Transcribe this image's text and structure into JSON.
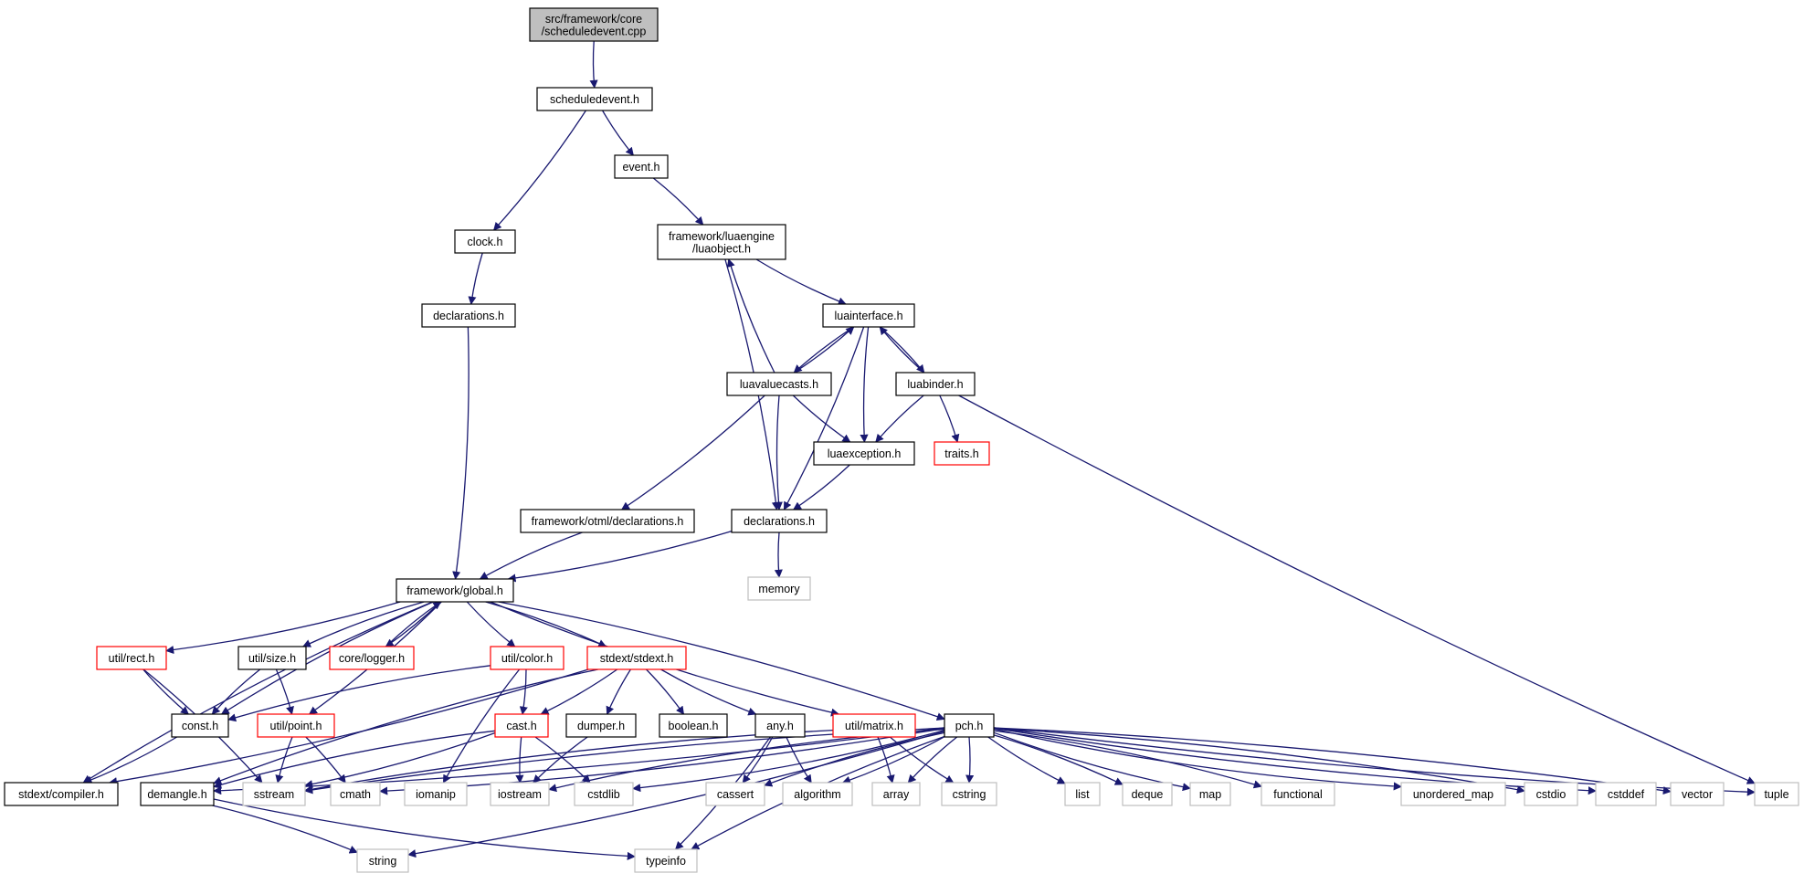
{
  "colors": {
    "edge": "#191970",
    "node_border": "#000000",
    "node_border_truncated": "#ff0000",
    "node_border_external": "#bfbfbf",
    "node_fill": "#ffffff",
    "root_fill": "#bfbfbf",
    "text": "#000000"
  },
  "nodes": [
    {
      "id": "root",
      "label": [
        "src/framework/core",
        "/scheduledevent.cpp"
      ],
      "kind": "root"
    },
    {
      "id": "scheduledevent_h",
      "label": [
        "scheduledevent.h"
      ],
      "kind": "normal"
    },
    {
      "id": "event_h",
      "label": [
        "event.h"
      ],
      "kind": "normal"
    },
    {
      "id": "clock_h",
      "label": [
        "clock.h"
      ],
      "kind": "normal"
    },
    {
      "id": "luaobject_h",
      "label": [
        "framework/luaengine",
        "/luaobject.h"
      ],
      "kind": "normal"
    },
    {
      "id": "declarations_core",
      "label": [
        "declarations.h"
      ],
      "kind": "normal"
    },
    {
      "id": "luainterface_h",
      "label": [
        "luainterface.h"
      ],
      "kind": "normal"
    },
    {
      "id": "luavaluecasts_h",
      "label": [
        "luavaluecasts.h"
      ],
      "kind": "normal"
    },
    {
      "id": "luabinder_h",
      "label": [
        "luabinder.h"
      ],
      "kind": "normal"
    },
    {
      "id": "luaexception_h",
      "label": [
        "luaexception.h"
      ],
      "kind": "normal"
    },
    {
      "id": "traits_h",
      "label": [
        "traits.h"
      ],
      "kind": "truncated"
    },
    {
      "id": "otml_declarations",
      "label": [
        "framework/otml/declarations.h"
      ],
      "kind": "normal"
    },
    {
      "id": "declarations_lua",
      "label": [
        "declarations.h"
      ],
      "kind": "normal"
    },
    {
      "id": "memory",
      "label": [
        "memory"
      ],
      "kind": "external"
    },
    {
      "id": "global_h",
      "label": [
        "framework/global.h"
      ],
      "kind": "normal"
    },
    {
      "id": "rect_h",
      "label": [
        "util/rect.h"
      ],
      "kind": "truncated"
    },
    {
      "id": "size_h",
      "label": [
        "util/size.h"
      ],
      "kind": "normal"
    },
    {
      "id": "logger_h",
      "label": [
        "core/logger.h"
      ],
      "kind": "truncated"
    },
    {
      "id": "color_h",
      "label": [
        "util/color.h"
      ],
      "kind": "truncated"
    },
    {
      "id": "stdext_h",
      "label": [
        "stdext/stdext.h"
      ],
      "kind": "truncated"
    },
    {
      "id": "const_h",
      "label": [
        "const.h"
      ],
      "kind": "normal"
    },
    {
      "id": "point_h",
      "label": [
        "util/point.h"
      ],
      "kind": "truncated"
    },
    {
      "id": "cast_h",
      "label": [
        "cast.h"
      ],
      "kind": "truncated"
    },
    {
      "id": "dumper_h",
      "label": [
        "dumper.h"
      ],
      "kind": "normal"
    },
    {
      "id": "boolean_h",
      "label": [
        "boolean.h"
      ],
      "kind": "normal"
    },
    {
      "id": "any_h",
      "label": [
        "any.h"
      ],
      "kind": "normal"
    },
    {
      "id": "matrix_h",
      "label": [
        "util/matrix.h"
      ],
      "kind": "truncated"
    },
    {
      "id": "pch_h",
      "label": [
        "pch.h"
      ],
      "kind": "normal"
    },
    {
      "id": "compiler_h",
      "label": [
        "stdext/compiler.h"
      ],
      "kind": "normal"
    },
    {
      "id": "demangle_h",
      "label": [
        "demangle.h"
      ],
      "kind": "normal"
    },
    {
      "id": "sstream",
      "label": [
        "sstream"
      ],
      "kind": "external"
    },
    {
      "id": "cmath",
      "label": [
        "cmath"
      ],
      "kind": "external"
    },
    {
      "id": "iomanip",
      "label": [
        "iomanip"
      ],
      "kind": "external"
    },
    {
      "id": "iostream",
      "label": [
        "iostream"
      ],
      "kind": "external"
    },
    {
      "id": "cstdlib",
      "label": [
        "cstdlib"
      ],
      "kind": "external"
    },
    {
      "id": "cassert",
      "label": [
        "cassert"
      ],
      "kind": "external"
    },
    {
      "id": "algorithm",
      "label": [
        "algorithm"
      ],
      "kind": "external"
    },
    {
      "id": "array",
      "label": [
        "array"
      ],
      "kind": "external"
    },
    {
      "id": "cstring",
      "label": [
        "cstring"
      ],
      "kind": "external"
    },
    {
      "id": "list",
      "label": [
        "list"
      ],
      "kind": "external"
    },
    {
      "id": "deque",
      "label": [
        "deque"
      ],
      "kind": "external"
    },
    {
      "id": "map",
      "label": [
        "map"
      ],
      "kind": "external"
    },
    {
      "id": "functional",
      "label": [
        "functional"
      ],
      "kind": "external"
    },
    {
      "id": "unordered_map",
      "label": [
        "unordered_map"
      ],
      "kind": "external"
    },
    {
      "id": "cstdio",
      "label": [
        "cstdio"
      ],
      "kind": "external"
    },
    {
      "id": "cstddef",
      "label": [
        "cstddef"
      ],
      "kind": "external"
    },
    {
      "id": "vector",
      "label": [
        "vector"
      ],
      "kind": "external"
    },
    {
      "id": "tuple",
      "label": [
        "tuple"
      ],
      "kind": "external"
    },
    {
      "id": "string",
      "label": [
        "string"
      ],
      "kind": "external"
    },
    {
      "id": "typeinfo",
      "label": [
        "typeinfo"
      ],
      "kind": "external"
    }
  ],
  "edges": [
    [
      "root",
      "scheduledevent_h"
    ],
    [
      "scheduledevent_h",
      "clock_h"
    ],
    [
      "scheduledevent_h",
      "event_h"
    ],
    [
      "event_h",
      "luaobject_h"
    ],
    [
      "clock_h",
      "declarations_core"
    ],
    [
      "declarations_core",
      "global_h"
    ],
    [
      "luaobject_h",
      "luainterface_h"
    ],
    [
      "luaobject_h",
      "declarations_lua"
    ],
    [
      "luainterface_h",
      "luavaluecasts_h"
    ],
    [
      "luainterface_h",
      "luabinder_h"
    ],
    [
      "luainterface_h",
      "luaexception_h"
    ],
    [
      "luainterface_h",
      "declarations_lua"
    ],
    [
      "luavaluecasts_h",
      "luainterface_h"
    ],
    [
      "luavaluecasts_h",
      "luaobject_h"
    ],
    [
      "luavaluecasts_h",
      "luaexception_h"
    ],
    [
      "luavaluecasts_h",
      "otml_declarations"
    ],
    [
      "luavaluecasts_h",
      "declarations_lua"
    ],
    [
      "luabinder_h",
      "luainterface_h"
    ],
    [
      "luabinder_h",
      "luaexception_h"
    ],
    [
      "luabinder_h",
      "traits_h"
    ],
    [
      "luabinder_h",
      "tuple"
    ],
    [
      "luaexception_h",
      "declarations_lua"
    ],
    [
      "otml_declarations",
      "global_h"
    ],
    [
      "declarations_lua",
      "global_h"
    ],
    [
      "declarations_lua",
      "memory"
    ],
    [
      "global_h",
      "rect_h"
    ],
    [
      "global_h",
      "size_h"
    ],
    [
      "global_h",
      "logger_h"
    ],
    [
      "global_h",
      "color_h"
    ],
    [
      "global_h",
      "stdext_h"
    ],
    [
      "global_h",
      "const_h"
    ],
    [
      "global_h",
      "point_h"
    ],
    [
      "global_h",
      "matrix_h"
    ],
    [
      "global_h",
      "pch_h"
    ],
    [
      "global_h",
      "compiler_h"
    ],
    [
      "logger_h",
      "global_h"
    ],
    [
      "rect_h",
      "const_h"
    ],
    [
      "rect_h",
      "sstream"
    ],
    [
      "size_h",
      "const_h"
    ],
    [
      "size_h",
      "point_h"
    ],
    [
      "color_h",
      "const_h"
    ],
    [
      "color_h",
      "cast_h"
    ],
    [
      "color_h",
      "iomanip"
    ],
    [
      "stdext_h",
      "compiler_h"
    ],
    [
      "stdext_h",
      "demangle_h"
    ],
    [
      "stdext_h",
      "cast_h"
    ],
    [
      "stdext_h",
      "dumper_h"
    ],
    [
      "stdext_h",
      "boolean_h"
    ],
    [
      "stdext_h",
      "any_h"
    ],
    [
      "const_h",
      "compiler_h"
    ],
    [
      "point_h",
      "sstream"
    ],
    [
      "point_h",
      "cmath"
    ],
    [
      "cast_h",
      "demangle_h"
    ],
    [
      "cast_h",
      "sstream"
    ],
    [
      "cast_h",
      "iostream"
    ],
    [
      "cast_h",
      "cstdlib"
    ],
    [
      "dumper_h",
      "iostream"
    ],
    [
      "any_h",
      "cassert"
    ],
    [
      "any_h",
      "algorithm"
    ],
    [
      "any_h",
      "typeinfo"
    ],
    [
      "matrix_h",
      "sstream"
    ],
    [
      "matrix_h",
      "array"
    ],
    [
      "matrix_h",
      "cstring"
    ],
    [
      "pch_h",
      "demangle_h"
    ],
    [
      "pch_h",
      "sstream"
    ],
    [
      "pch_h",
      "cmath"
    ],
    [
      "pch_h",
      "iostream"
    ],
    [
      "pch_h",
      "cstdlib"
    ],
    [
      "pch_h",
      "cassert"
    ],
    [
      "pch_h",
      "algorithm"
    ],
    [
      "pch_h",
      "array"
    ],
    [
      "pch_h",
      "cstring"
    ],
    [
      "pch_h",
      "list"
    ],
    [
      "pch_h",
      "deque"
    ],
    [
      "pch_h",
      "map"
    ],
    [
      "pch_h",
      "functional"
    ],
    [
      "pch_h",
      "unordered_map"
    ],
    [
      "pch_h",
      "cstdio"
    ],
    [
      "pch_h",
      "cstddef"
    ],
    [
      "pch_h",
      "vector"
    ],
    [
      "pch_h",
      "tuple"
    ],
    [
      "pch_h",
      "string"
    ],
    [
      "pch_h",
      "typeinfo"
    ],
    [
      "demangle_h",
      "string"
    ],
    [
      "demangle_h",
      "typeinfo"
    ]
  ]
}
